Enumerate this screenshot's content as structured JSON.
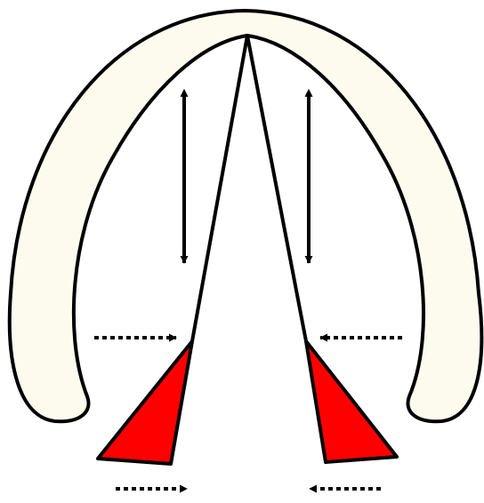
{
  "diagram": {
    "components": [
      {
        "name": "arch-band",
        "fill": "#fdfaee",
        "stroke": "#000000"
      },
      {
        "name": "center-converging-lines",
        "stroke": "#000000"
      },
      {
        "name": "left-red-wedge",
        "fill": "#ff0000",
        "stroke": "#000000"
      },
      {
        "name": "right-red-wedge",
        "fill": "#ff0000",
        "stroke": "#000000"
      }
    ],
    "arrows": [
      {
        "name": "left-vertical-double-arrow",
        "style": "solid",
        "direction": "up-down"
      },
      {
        "name": "right-vertical-double-arrow",
        "style": "solid",
        "direction": "up-down"
      },
      {
        "name": "left-middle-dotted-arrow",
        "style": "dotted",
        "direction": "right"
      },
      {
        "name": "right-middle-dotted-arrow",
        "style": "dotted",
        "direction": "left"
      },
      {
        "name": "left-bottom-dotted-arrow",
        "style": "dotted",
        "direction": "right"
      },
      {
        "name": "right-bottom-dotted-arrow",
        "style": "dotted",
        "direction": "left"
      }
    ]
  }
}
